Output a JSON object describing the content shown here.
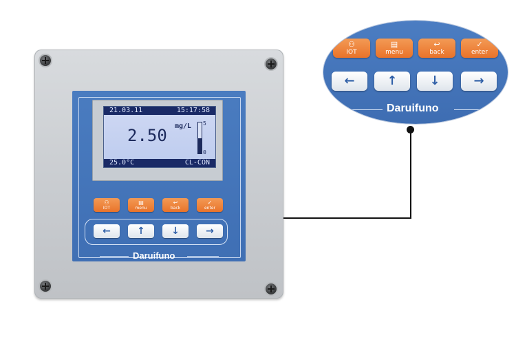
{
  "device": {
    "lcd": {
      "date": "21.03.11",
      "time": "15:17:58",
      "reading": "2.50",
      "unit": "mg/L",
      "range_max": "5",
      "range_min": "0",
      "temperature": "25.0°C",
      "mode": "CL-CON"
    },
    "keys": [
      {
        "icon": "⚇",
        "label": "IOT"
      },
      {
        "icon": "▤",
        "label": "menu"
      },
      {
        "icon": "↩",
        "label": "back"
      },
      {
        "icon": "✓",
        "label": "enter"
      }
    ],
    "arrows": [
      "←",
      "↑",
      "↓",
      "→"
    ],
    "brand": "Daruifuno"
  },
  "zoom": {
    "keys": [
      {
        "icon": "⚇",
        "label": "IOT"
      },
      {
        "icon": "▤",
        "label": "menu"
      },
      {
        "icon": "↩",
        "label": "back"
      },
      {
        "icon": "✓",
        "label": "enter"
      }
    ],
    "arrows": [
      "←",
      "↑",
      "↓",
      "→"
    ],
    "brand": "Daruifuno"
  },
  "colors": {
    "panel_blue": "#4a7cc0",
    "key_orange": "#e9732a",
    "lcd_bar": "#1a2a66"
  }
}
